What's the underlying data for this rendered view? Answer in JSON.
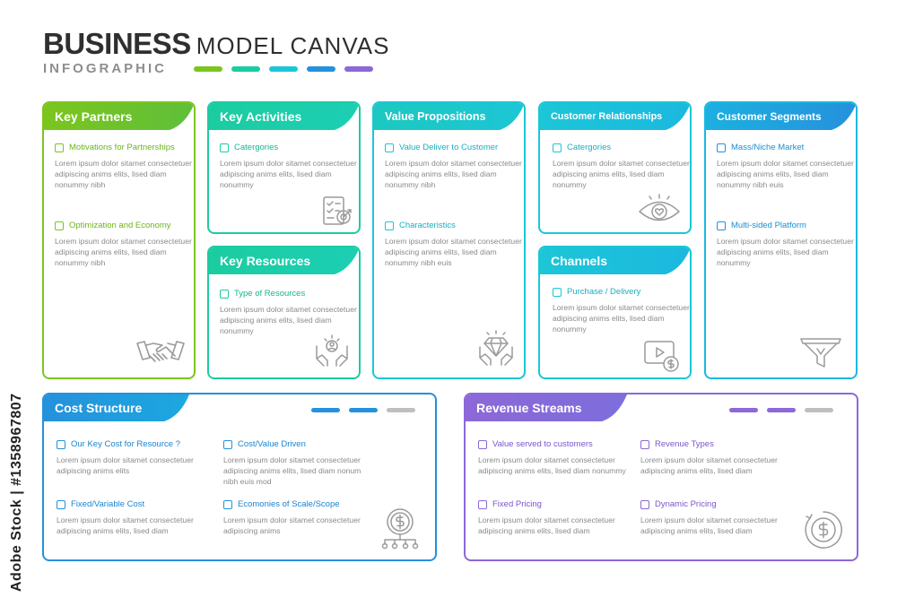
{
  "header": {
    "title_bold": "BUSINESS",
    "title_rest": "MODEL CANVAS",
    "subtitle": "INFOGRAPHIC"
  },
  "colors": {
    "green": "#7cc51e",
    "teal": "#1ccca0",
    "cyan": "#1cc6d6",
    "blue": "#2591dc",
    "purple": "#8c68d8",
    "grey": "#bfbfbf"
  },
  "watermark": "Adobe Stock | #1358967807",
  "cards": {
    "key_partners": {
      "title": "Key Partners",
      "items": [
        {
          "title": "Motivations for Partnerships",
          "body": "Lorem ipsum dolor sitamet consectetuer adipiscing anims elits, lised diam nonummy nibh"
        },
        {
          "title": "Optimization and Economy",
          "body": "Lorem ipsum dolor sitamet consectetuer adipiscing anims elits, lised diam nonummy nibh"
        }
      ],
      "icon": "handshake-icon"
    },
    "key_activities": {
      "title": "Key Activities",
      "items": [
        {
          "title": "Catergories",
          "body": "Lorem ipsum dolor sitamet consectetuer adipiscing anims elits, lised diam nonummy"
        }
      ],
      "icon": "checklist-target-icon"
    },
    "key_resources": {
      "title": "Key Resources",
      "items": [
        {
          "title": "Type of Resources",
          "body": "Lorem ipsum dolor sitamet consectetuer adipiscing anims elits, lised diam nonummy"
        }
      ],
      "icon": "people-hands-icon"
    },
    "value_propositions": {
      "title": "Value Propositions",
      "items": [
        {
          "title": "Value Deliver to Customer",
          "body": "Lorem ipsum dolor sitamet consectetuer adipiscing anims elits, lised diam nonummy nibh"
        },
        {
          "title": "Characteristics",
          "body": "Lorem ipsum dolor sitamet consectetuer adipiscing anims elits, lised diam nonummy nibh euis"
        }
      ],
      "icon": "diamond-hands-icon"
    },
    "customer_relationships": {
      "title": "Customer Relationships",
      "items": [
        {
          "title": "Catergories",
          "body": "Lorem ipsum dolor sitamet consectetuer adipiscing anims elits, lised diam nonummy"
        }
      ],
      "icon": "eye-heart-icon"
    },
    "channels": {
      "title": "Channels",
      "items": [
        {
          "title": "Purchase / Delivery",
          "body": "Lorem ipsum dolor sitamet consectetuer adipiscing anims elits, lised diam nonummy"
        }
      ],
      "icon": "video-dollar-icon"
    },
    "customer_segments": {
      "title": "Customer Segments",
      "items": [
        {
          "title": "Mass/Niche Market",
          "body": "Lorem ipsum dolor sitamet consectetuer adipiscing anims elits, lised diam nonummy nibh euis"
        },
        {
          "title": "Multi-sided Platform",
          "body": "Lorem ipsum dolor sitamet consectetuer adipiscing anims elits, lised diam nonummy"
        }
      ],
      "icon": "funnel-icon"
    },
    "cost_structure": {
      "title": "Cost Structure",
      "items": [
        {
          "title": "Our Key Cost for Resource ?",
          "body": "Lorem ipsum dolor sitamet consectetuer adipiscing anims elits"
        },
        {
          "title": "Cost/Value Driven",
          "body": "Lorem ipsum dolor sitamet consectetuer adipiscing anims elits, lised diam nonum nibh euis mod"
        },
        {
          "title": "Fixed/Variable Cost",
          "body": "Lorem ipsum dolor sitamet consectetuer adipiscing anims elits, lised diam"
        },
        {
          "title": "Ecomonies of Scale/Scope",
          "body": "Lorem ipsum dolor sitamet consectetuer adipiscing anims"
        }
      ],
      "icon": "dollar-network-icon"
    },
    "revenue_streams": {
      "title": "Revenue Streams",
      "items": [
        {
          "title": "Value served to customers",
          "body": "Lorem ipsum dolor sitamet consectetuer adipiscing anims elits, lised diam nonummy"
        },
        {
          "title": "Revenue Types",
          "body": "Lorem ipsum dolor sitamet consectetuer adipiscing anims elits, lised diam"
        },
        {
          "title": "Fixed Pricing",
          "body": "Lorem ipsum dolor sitamet consectetuer adipiscing anims elits, lised diam"
        },
        {
          "title": "Dynamic Pricing",
          "body": "Lorem ipsum dolor sitamet consectetuer adipiscing anims elits, lised diam"
        }
      ],
      "icon": "dollar-coin-icon"
    }
  }
}
